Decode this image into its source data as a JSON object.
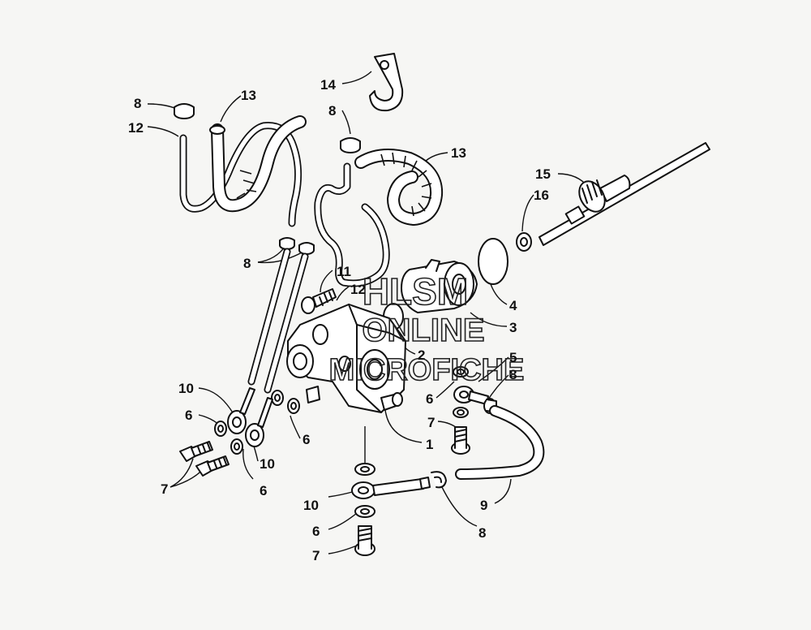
{
  "watermark": {
    "line1": "HLSM",
    "line2": "ONLINE",
    "line3": "MICROFICHE"
  },
  "callouts": [
    {
      "id": "c14",
      "label": "14"
    },
    {
      "id": "c8a",
      "label": "8"
    },
    {
      "id": "c13a",
      "label": "13"
    },
    {
      "id": "c12a",
      "label": "12"
    },
    {
      "id": "c8b",
      "label": "8"
    },
    {
      "id": "c13b",
      "label": "13"
    },
    {
      "id": "c15",
      "label": "15"
    },
    {
      "id": "c16",
      "label": "16"
    },
    {
      "id": "c8c",
      "label": "8"
    },
    {
      "id": "c11",
      "label": "11"
    },
    {
      "id": "c12b",
      "label": "12"
    },
    {
      "id": "c4",
      "label": "4"
    },
    {
      "id": "c3",
      "label": "3"
    },
    {
      "id": "c2",
      "label": "2"
    },
    {
      "id": "c5",
      "label": "5"
    },
    {
      "id": "c8d",
      "label": "8"
    },
    {
      "id": "c10a",
      "label": "10"
    },
    {
      "id": "c6a",
      "label": "6"
    },
    {
      "id": "c6b",
      "label": "6"
    },
    {
      "id": "c7a",
      "label": "7"
    },
    {
      "id": "c1",
      "label": "1"
    },
    {
      "id": "c6c",
      "label": "6"
    },
    {
      "id": "c10b",
      "label": "10"
    },
    {
      "id": "c7b",
      "label": "7"
    },
    {
      "id": "c6d",
      "label": "6"
    },
    {
      "id": "c10c",
      "label": "10"
    },
    {
      "id": "c9",
      "label": "9"
    },
    {
      "id": "c8e",
      "label": "8"
    },
    {
      "id": "c6e",
      "label": "6"
    },
    {
      "id": "c7c",
      "label": "7"
    }
  ]
}
